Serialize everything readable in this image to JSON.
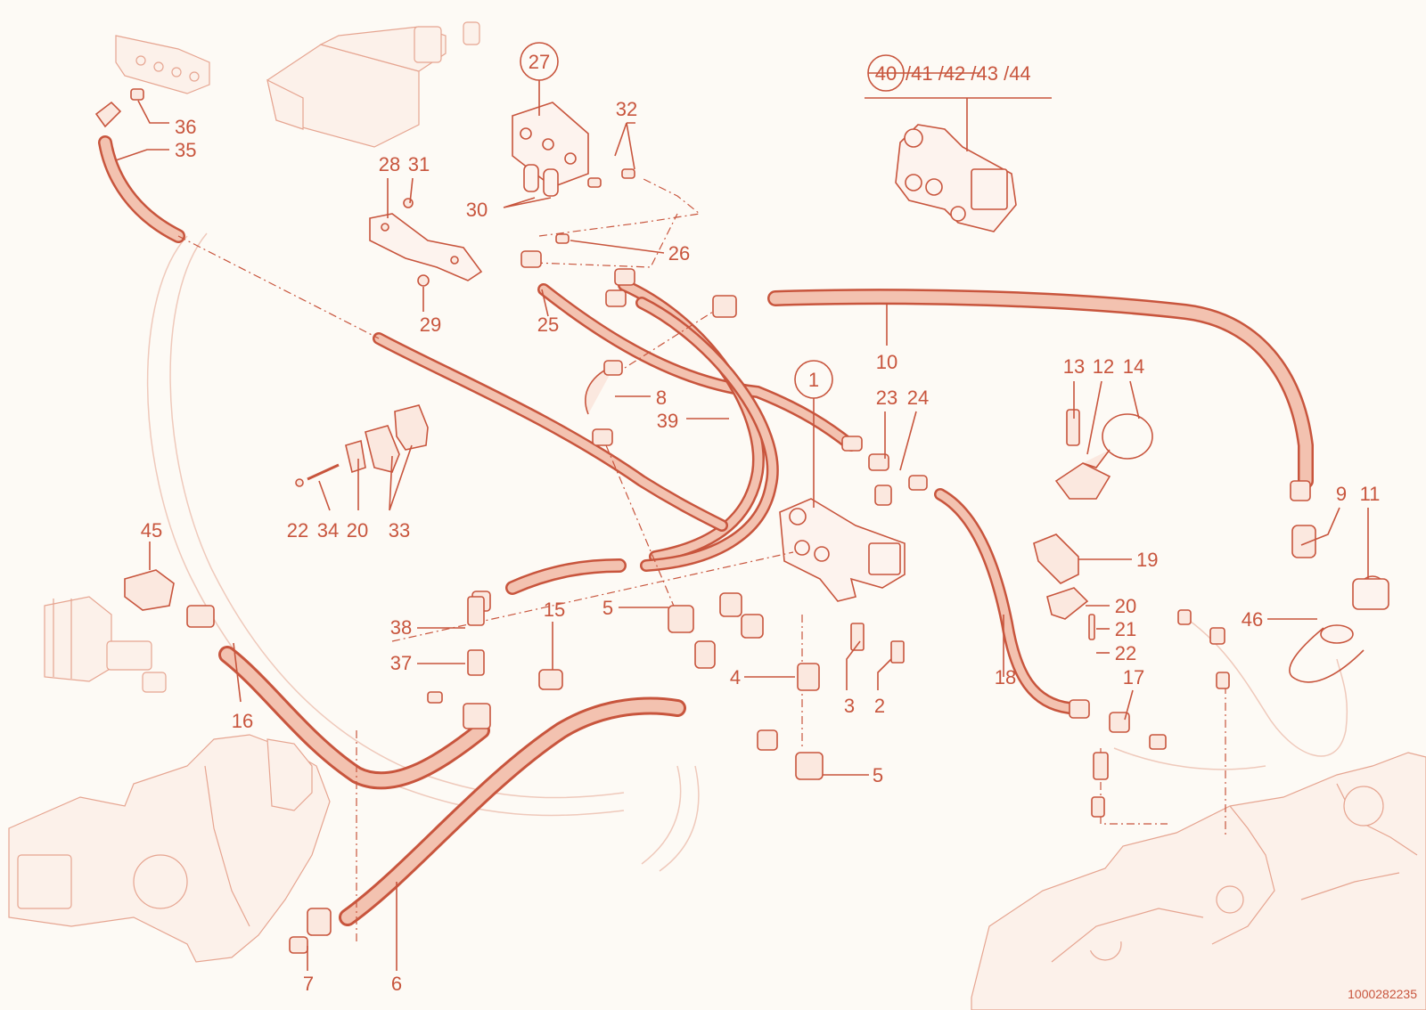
{
  "callouts": [
    {
      "id": "c36",
      "text": "36"
    },
    {
      "id": "c35",
      "text": "35"
    },
    {
      "id": "c27",
      "text": "27"
    },
    {
      "id": "c32",
      "text": "32"
    },
    {
      "id": "c28",
      "text": "28"
    },
    {
      "id": "c31",
      "text": "31"
    },
    {
      "id": "c30",
      "text": "30"
    },
    {
      "id": "c26",
      "text": "26"
    },
    {
      "id": "c29",
      "text": "29"
    },
    {
      "id": "c25",
      "text": "25"
    },
    {
      "id": "c40",
      "text": "40"
    },
    {
      "id": "c41_44",
      "text": "/41 /42 /43 /44"
    },
    {
      "id": "c10",
      "text": "10"
    },
    {
      "id": "c1",
      "text": "1"
    },
    {
      "id": "c8",
      "text": "8"
    },
    {
      "id": "c39",
      "text": "39"
    },
    {
      "id": "c23",
      "text": "23"
    },
    {
      "id": "c24",
      "text": "24"
    },
    {
      "id": "c13",
      "text": "13"
    },
    {
      "id": "c12",
      "text": "12"
    },
    {
      "id": "c14",
      "text": "14"
    },
    {
      "id": "c9",
      "text": "9"
    },
    {
      "id": "c11",
      "text": "11"
    },
    {
      "id": "c22a",
      "text": "22"
    },
    {
      "id": "c34",
      "text": "34"
    },
    {
      "id": "c20a",
      "text": "20"
    },
    {
      "id": "c33",
      "text": "33"
    },
    {
      "id": "c45",
      "text": "45"
    },
    {
      "id": "c16",
      "text": "16"
    },
    {
      "id": "c38",
      "text": "38"
    },
    {
      "id": "c37",
      "text": "37"
    },
    {
      "id": "c15",
      "text": "15"
    },
    {
      "id": "c5a",
      "text": "5"
    },
    {
      "id": "c4",
      "text": "4"
    },
    {
      "id": "c3",
      "text": "3"
    },
    {
      "id": "c2",
      "text": "2"
    },
    {
      "id": "c18",
      "text": "18"
    },
    {
      "id": "c19",
      "text": "19"
    },
    {
      "id": "c20b",
      "text": "20"
    },
    {
      "id": "c21",
      "text": "21"
    },
    {
      "id": "c22b",
      "text": "22"
    },
    {
      "id": "c17",
      "text": "17"
    },
    {
      "id": "c46",
      "text": "46"
    },
    {
      "id": "c5b",
      "text": "5"
    },
    {
      "id": "c7",
      "text": "7"
    },
    {
      "id": "c6",
      "text": "6"
    }
  ],
  "document_number": "1000282235"
}
